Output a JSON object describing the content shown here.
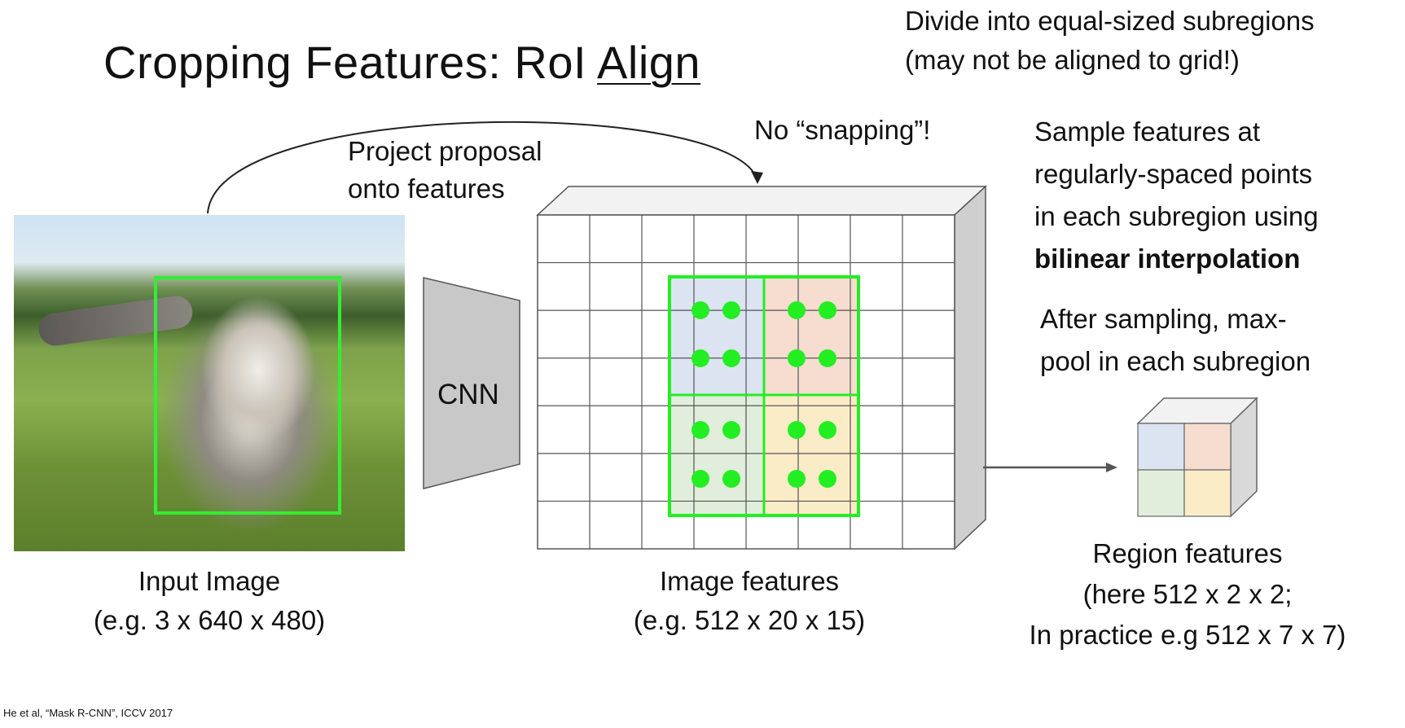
{
  "title": {
    "main": "Cropping Features: RoI ",
    "underlined": "Align"
  },
  "notes": {
    "divide_line1": "Divide into equal-sized subregions",
    "divide_line2": "(may not be aligned to grid!)",
    "no_snapping": "No “snapping”!",
    "project_line1": "Project proposal",
    "project_line2": "onto features",
    "sample_line1": "Sample features at",
    "sample_line2": "regularly-spaced points",
    "sample_line3": "in each subregion using",
    "sample_bold": "bilinear interpolation",
    "pool_line1": "After sampling, max-",
    "pool_line2": "pool in each subregion"
  },
  "cnn_label": "CNN",
  "captions": {
    "input_line1": "Input Image",
    "input_line2": "(e.g. 3 x 640 x 480)",
    "features_line1": "Image features",
    "features_line2": "(e.g. 512 x 20 x 15)",
    "region_line1": "Region features",
    "region_line2": "(here 512 x 2 x 2;",
    "region_line3": "In practice e.g 512 x 7 x 7)"
  },
  "citation": "He et al, “Mask R-CNN”, ICCV 2017",
  "colors": {
    "green": "#22ee22",
    "blue_cell": "#dce4f2",
    "orange_cell": "#f6ddd0",
    "green_cell": "#e1eedb",
    "yellow_cell": "#fbecc8",
    "grid_line": "#444444",
    "cube_side": "#d9d9d9"
  },
  "icons": {
    "input_photo": "kitten-photo",
    "arrow": "right-arrow-icon"
  }
}
